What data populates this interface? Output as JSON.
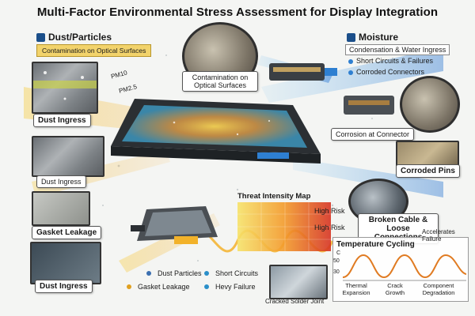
{
  "title": "Multi-Factor Environmental Stress Assessment for Display Integration",
  "left_section": {
    "heading": "Dust/Particles",
    "banner": "Contamination on Optical Surfaces",
    "pm_labels": [
      "PM10",
      "PM2.5"
    ],
    "callouts": [
      "Dust Ingress",
      "Dust Ingress",
      "Gasket Leakage",
      "Dust Ingress"
    ]
  },
  "center_callout": "Contamination on Optical Surfaces",
  "right_section": {
    "heading": "Moisture",
    "banner": "Condensation & Water Ingress",
    "bullets": [
      "Short Circuits & Failures",
      "Corroded Connectors"
    ],
    "callouts": [
      "Corrosion at Connector",
      "Corroded Pins",
      "Broken Cable & Loose Connections"
    ]
  },
  "threat_map": {
    "title": "Threat Intensity Map",
    "labels": [
      "High Risk",
      "High Risk"
    ]
  },
  "temperature": {
    "title": "Temperature Cycling",
    "note": "Accelerates Failure",
    "y_labels": [
      "C",
      "50",
      "30"
    ],
    "stages": [
      "Thermal Expansion",
      "Crack Growth",
      "Component Degradation"
    ]
  },
  "legend": [
    {
      "label": "Dust Particles",
      "color": "#3b6fb0"
    },
    {
      "label": "Short Circuits",
      "color": "#2a8fc9"
    },
    {
      "label": "Gasket Leakage",
      "color": "#e0a020"
    },
    {
      "label": "Hevy Failure",
      "color": "#2a8fc9"
    }
  ],
  "bottom_caption": "Cracked Solder Joint",
  "colors": {
    "accent_yellow": "#f2b22a",
    "accent_blue": "#2e7fd1",
    "panel_dark": "#2b2f33"
  }
}
